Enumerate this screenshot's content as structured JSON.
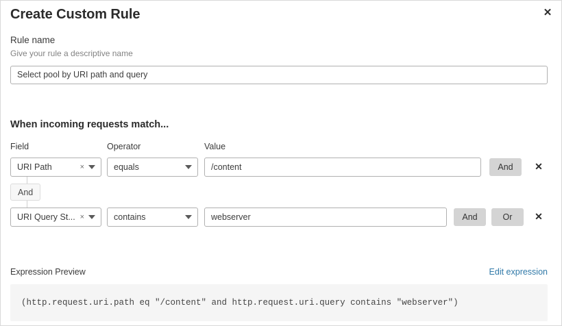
{
  "dialog": {
    "title": "Create Custom Rule",
    "close_label": "✕"
  },
  "rule_name": {
    "label": "Rule name",
    "help": "Give your rule a descriptive name",
    "value": "Select pool by URI path and query",
    "placeholder": "Select pool by URI path and query"
  },
  "match": {
    "heading": "When incoming requests match...",
    "columns": {
      "field": "Field",
      "operator": "Operator",
      "value": "Value"
    },
    "rows": [
      {
        "field": "URI Path",
        "field_clear": "×",
        "operator": "equals",
        "value": "/content",
        "logic_buttons": [
          "And"
        ],
        "delete_label": "✕"
      },
      {
        "field": "URI Query St...",
        "field_clear": "×",
        "operator": "contains",
        "value": "webserver",
        "logic_buttons": [
          "And",
          "Or"
        ],
        "delete_label": "✕"
      }
    ],
    "connector": {
      "label": "And"
    }
  },
  "preview": {
    "title": "Expression Preview",
    "edit_link": "Edit expression",
    "expression": "(http.request.uri.path eq \"/content\" and http.request.uri.query contains \"webserver\")"
  },
  "colors": {
    "accent_link": "#3079a8",
    "logic_button_bg": "#d4d4d4",
    "code_bg": "#f5f5f5",
    "border": "#b0b0b0"
  }
}
